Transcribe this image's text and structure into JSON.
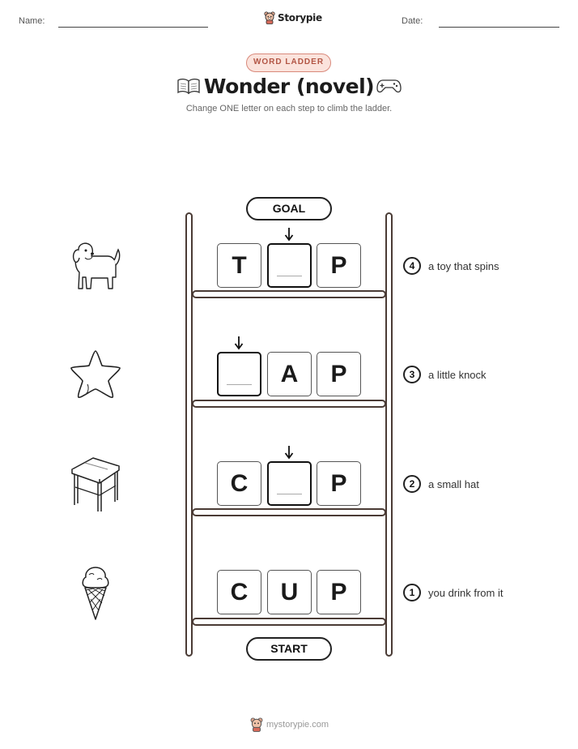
{
  "header": {
    "name_label": "Name:",
    "date_label": "Date:",
    "brand": "Storypie"
  },
  "badge": "WORD LADDER",
  "title": "Wonder (novel)",
  "subtitle": "Change ONE letter on each step to climb the ladder.",
  "ladder": {
    "goal_label": "GOAL",
    "start_label": "START",
    "rows": [
      {
        "number": "4",
        "clue": "a toy that spins",
        "letters": [
          "T",
          "",
          "P"
        ],
        "picture": "puppy-icon"
      },
      {
        "number": "3",
        "clue": "a little knock",
        "letters": [
          "",
          "A",
          "P"
        ],
        "picture": "star-icon"
      },
      {
        "number": "2",
        "clue": "a small hat",
        "letters": [
          "C",
          "",
          "P"
        ],
        "picture": "desk-icon"
      },
      {
        "number": "1",
        "clue": "you drink from it",
        "letters": [
          "C",
          "U",
          "P"
        ],
        "picture": "ice-cream-cone-icon"
      }
    ]
  },
  "footer": "mystorypie.com",
  "icons": {
    "left": "open-book-icon",
    "right": "game-controller-icon",
    "brand": "bear-mascot-icon"
  },
  "colors": {
    "badge_bg": "#fbe3dc",
    "badge_text": "#b25544",
    "ladder": "#4a3b35"
  }
}
